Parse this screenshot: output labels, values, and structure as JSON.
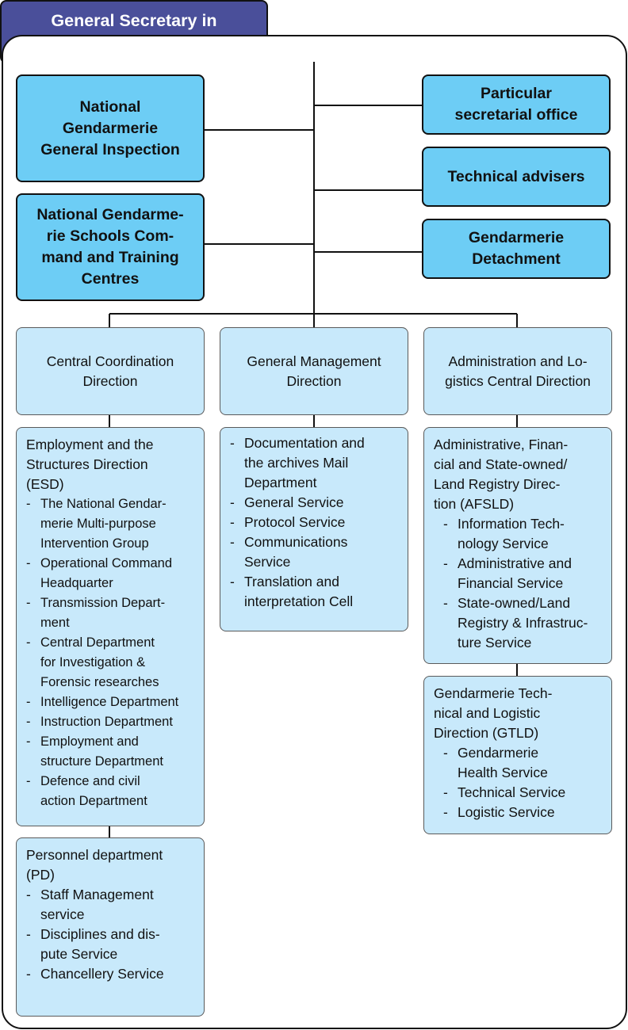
{
  "top": {
    "label": "General Secretary in\ncharge of Gendarmerie"
  },
  "left_boxes": [
    {
      "label": "National\nGendarmerie\nGeneral Inspection"
    },
    {
      "label": "National Gendarme-\nrie Schools Com-\nmand and Training\nCentres"
    }
  ],
  "right_boxes": [
    {
      "label": "Particular\nsecretarial office"
    },
    {
      "label": "Technical advisers"
    },
    {
      "label": "Gendarmerie\nDetachment"
    }
  ],
  "directions": [
    {
      "label": "Central Coordination\nDirection"
    },
    {
      "label": "General Management\nDirection"
    },
    {
      "label": "Administration and Lo-\ngistics Central Direction"
    }
  ],
  "esd": {
    "heading": "Employment and the\nStructures Direction\n(ESD)",
    "items": [
      "The National Gendar-\nmerie Multi-purpose\nIntervention Group",
      "Operational Command\nHeadquarter",
      "Transmission Depart-\nment",
      "Central Department\nfor Investigation &\nForensic researches",
      "Intelligence Department",
      "Instruction Department",
      "Employment and\nstructure Department",
      "Defence and civil\naction Department"
    ]
  },
  "pd": {
    "heading": "Personnel department\n(PD)",
    "items": [
      "Staff Management\nservice",
      "Disciplines and dis-\npute Service",
      "Chancellery Service"
    ]
  },
  "gmd": {
    "items": [
      "Documentation and\nthe archives Mail\nDepartment",
      "General Service",
      "Protocol Service",
      "Communications\nService",
      "Translation and\ninterpretation Cell"
    ]
  },
  "afsld": {
    "heading": "Administrative, Finan-\ncial and State-owned/\nLand Registry Direc-\ntion (AFSLD)",
    "items": [
      "Information Tech-\nnology Service",
      "Administrative and\nFinancial Service",
      "State-owned/Land\nRegistry & Infrastruc-\nture Service"
    ]
  },
  "gtld": {
    "heading": "Gendarmerie Tech-\nnical and Logistic\nDirection (GTLD)",
    "items": [
      "Gendarmerie\nHealth Service",
      "Technical Service",
      "Logistic Service"
    ]
  }
}
